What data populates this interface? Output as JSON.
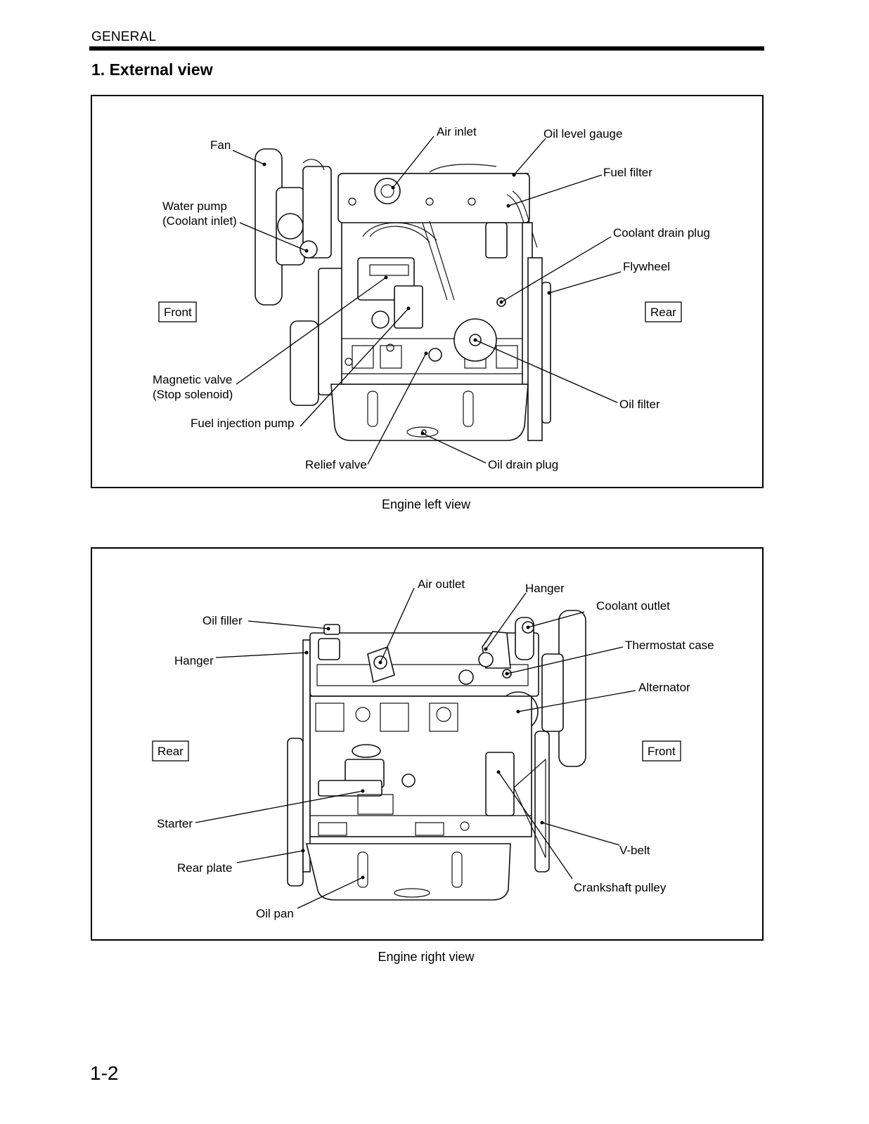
{
  "header": {
    "section": "GENERAL"
  },
  "title": "1. External view",
  "page_number": "1-2",
  "left_view": {
    "caption": "Engine left view",
    "side_front": "Front",
    "side_rear": "Rear",
    "labels": {
      "fan": "Fan",
      "air_inlet": "Air inlet",
      "oil_level_gauge": "Oil level gauge",
      "fuel_filter": "Fuel filter",
      "water_pump_1": "Water pump",
      "water_pump_2": "(Coolant inlet)",
      "coolant_drain_plug": "Coolant drain plug",
      "flywheel": "Flywheel",
      "magnetic_valve_1": "Magnetic valve",
      "magnetic_valve_2": "(Stop solenoid)",
      "fuel_injection_pump": "Fuel injection pump",
      "oil_filter": "Oil filter",
      "relief_valve": "Relief valve",
      "oil_drain_plug": "Oil drain plug"
    }
  },
  "right_view": {
    "caption": "Engine right view",
    "side_rear": "Rear",
    "side_front": "Front",
    "labels": {
      "air_outlet": "Air outlet",
      "hanger_top": "Hanger",
      "coolant_outlet": "Coolant outlet",
      "oil_filler": "Oil filler",
      "thermostat_case": "Thermostat case",
      "hanger_left": "Hanger",
      "alternator": "Alternator",
      "starter": "Starter",
      "v_belt": "V-belt",
      "rear_plate": "Rear plate",
      "crankshaft_pulley": "Crankshaft pulley",
      "oil_pan": "Oil pan"
    }
  }
}
